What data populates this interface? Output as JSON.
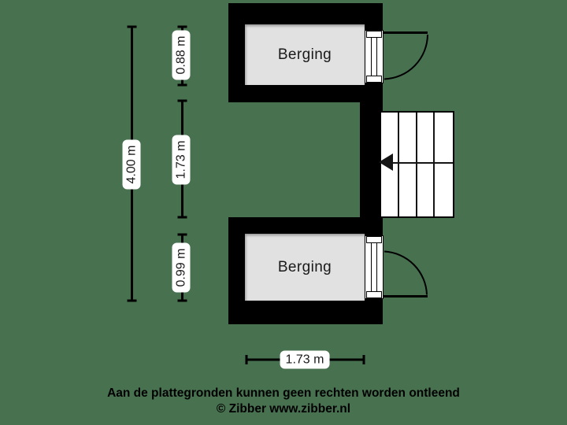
{
  "colors": {
    "background": "#47714F",
    "walls": "#000000",
    "room_fill": "#E1E1E1",
    "dimension_label_bg": "#FFFFFF",
    "text": "#1A1A1A"
  },
  "rooms": [
    {
      "label": "Berging"
    },
    {
      "label": "Berging"
    }
  ],
  "stairs": {
    "step_columns": 4,
    "arrow_icon": "left-triangle"
  },
  "dimensions": {
    "overall_height": "4.00 m",
    "top_room_height": "0.88 m",
    "middle_section_height": "1.73 m",
    "bottom_room_height": "0.99 m",
    "overall_width": "1.73 m"
  },
  "footer": {
    "disclaimer": "Aan de plattegronden kunnen geen rechten worden ontleend",
    "credit": "© Zibber www.zibber.nl"
  }
}
